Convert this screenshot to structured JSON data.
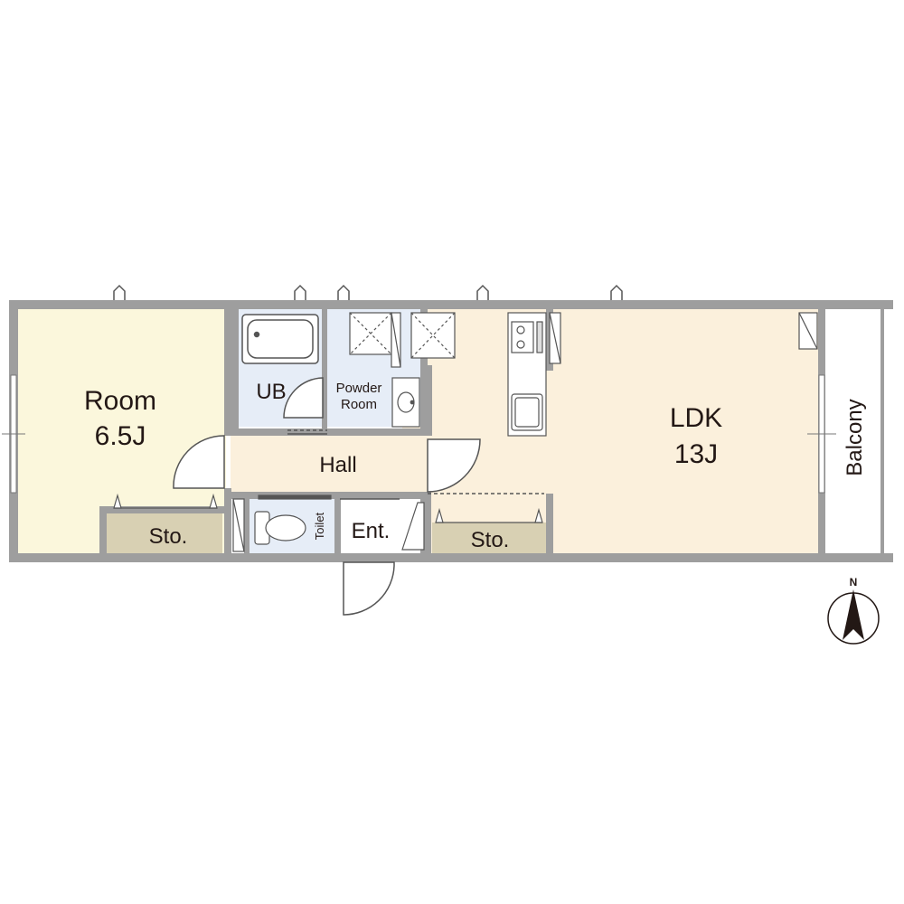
{
  "plan": {
    "colors": {
      "wall": "#9e9e9e",
      "room_fill": "#fbf7dc",
      "hall_fill": "#fbf0dc",
      "ldk_fill": "#fbf0dc",
      "wet_fill": "#e6edf7",
      "storage_fill": "#d8d0b3",
      "balcony_fill": "#ffffff",
      "line": "#555555"
    },
    "rooms": {
      "room": {
        "name": "Room",
        "size": "6.5J"
      },
      "ldk": {
        "name": "LDK",
        "size": "13J"
      },
      "ub": {
        "name": "UB"
      },
      "powder": {
        "line1": "Powder",
        "line2": "Room"
      },
      "hall": {
        "name": "Hall"
      },
      "toilet": {
        "name": "Toilet"
      },
      "entrance": {
        "name": "Ent."
      },
      "storage_left": {
        "name": "Sto."
      },
      "storage_right": {
        "name": "Sto."
      },
      "balcony": {
        "name": "Balcony"
      }
    },
    "compass": {
      "label": "N"
    }
  }
}
